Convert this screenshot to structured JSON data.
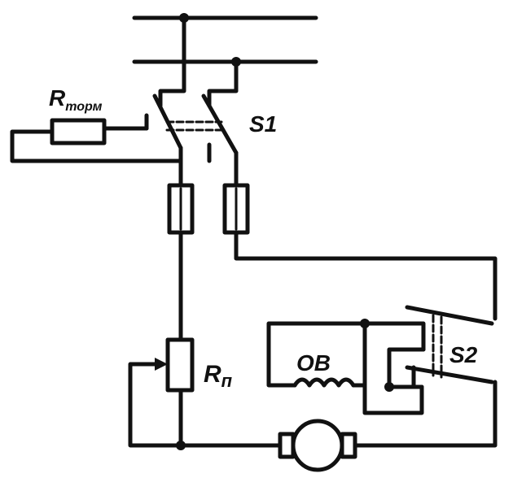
{
  "labels": {
    "r_torm": "R",
    "r_torm_sub": "торм",
    "s1": "S1",
    "r_p": "R",
    "r_p_sub": "п",
    "ov": "ОВ",
    "s2": "S2"
  }
}
